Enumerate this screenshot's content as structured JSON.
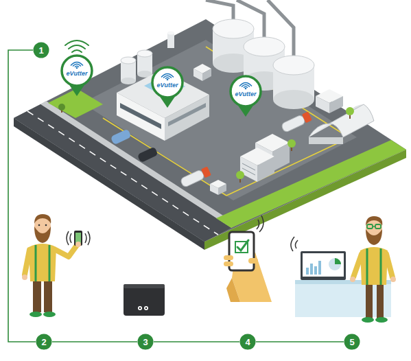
{
  "diagram": {
    "nodes": [
      {
        "text": [
          "1"
        ]
      },
      {
        "text": [
          "eVutter"
        ]
      },
      {
        "text": [
          "eVutter"
        ]
      },
      {
        "text": [
          "eVutter"
        ]
      },
      {
        "text": [
          "2"
        ]
      },
      {
        "text": [
          "3"
        ]
      },
      {
        "text": [
          "4"
        ]
      },
      {
        "text": [
          "5"
        ]
      }
    ],
    "edges": [
      {
        "from": 0,
        "to": 4,
        "arrow": "none"
      },
      {
        "from": 4,
        "to": 5,
        "arrow": "none"
      },
      {
        "from": 5,
        "to": 6,
        "arrow": "none"
      },
      {
        "from": 6,
        "to": 7,
        "arrow": "none"
      }
    ]
  }
}
